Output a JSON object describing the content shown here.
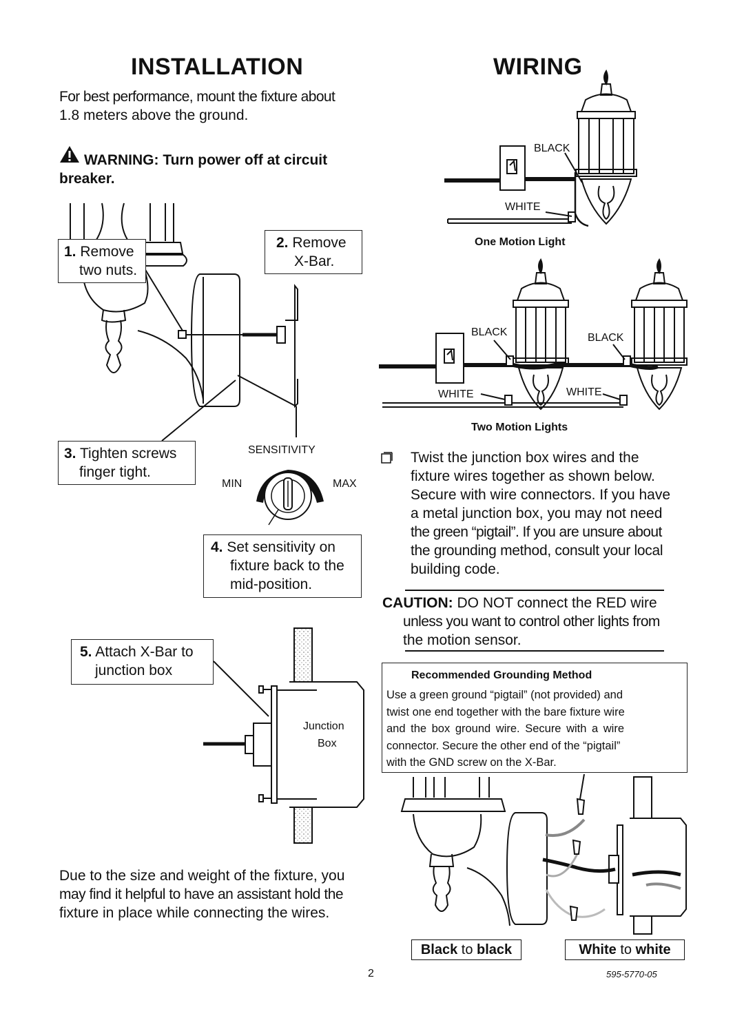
{
  "installation": {
    "title": "INSTALLATION",
    "intro_line1": "For best performance, mount the fixture about",
    "intro_line2": "1.8 meters above the ground.",
    "warning_line1": "WARNING: Turn power off at circuit",
    "warning_line2": "breaker.",
    "step1_num": "1.",
    "step1_line1": "Remove",
    "step1_line2": "two nuts.",
    "step2_num": "2.",
    "step2_line1": "Remove",
    "step2_line2": "X-Bar.",
    "step3_num": "3.",
    "step3_line1": "Tighten screws",
    "step3_line2": "finger tight.",
    "sensitivity_label": "SENSITIVITY",
    "min_label": "MIN",
    "max_label": "MAX",
    "step4_num": "4.",
    "step4_line1": "Set sensitivity on",
    "step4_line2": "fixture back to the",
    "step4_line3": "mid-position.",
    "step5_num": "5.",
    "step5_line1": "Attach X-Bar to",
    "step5_line2": "junction box",
    "junction_line1": "Junction",
    "junction_line2": "Box",
    "outro_line1": "Due to the size and weight of the fixture, you",
    "outro_line2": "may find it helpful to have an assistant hold the",
    "outro_line3": "fixture in place while connecting the wires."
  },
  "wiring": {
    "title": "WIRING",
    "black": "BLACK",
    "white": "WHITE",
    "one_light_caption": "One Motion Light",
    "two_lights_caption": "Two Motion Lights",
    "bullet_line1": "Twist the junction box wires and the",
    "bullet_line2": "fixture wires together as shown below.",
    "bullet_line3": "Secure with wire connectors. If you have",
    "bullet_line4": "a metal junction box, you may not need",
    "bullet_line5": "the green “pigtail”. If you are unsure about",
    "bullet_line6": "the grounding method, consult your local",
    "bullet_line7": "building code.",
    "caution_label": "CAUTION:",
    "caution_line1": "DO NOT connect the RED wire",
    "caution_line2": "unless you want to control other lights from",
    "caution_line3": "the motion sensor.",
    "grounding_title": "Recommended Grounding Method",
    "grounding_line1": "Use a green ground “pigtail” (not provided) and",
    "grounding_line2": "twist one end together with the bare fixture wire",
    "grounding_line3": "and the box ground wire. Secure with a wire",
    "grounding_line4": "connector. Secure the other end of the “pigtail”",
    "grounding_line5": "with the GND screw on the X-Bar.",
    "black_to_black_a": "Black",
    "black_to_black_b": "to",
    "black_to_black_c": "black",
    "white_to_white_a": "White",
    "white_to_white_b": "to",
    "white_to_white_c": "white"
  },
  "footer": {
    "page_number": "2",
    "part_number": "595-5770-05"
  }
}
